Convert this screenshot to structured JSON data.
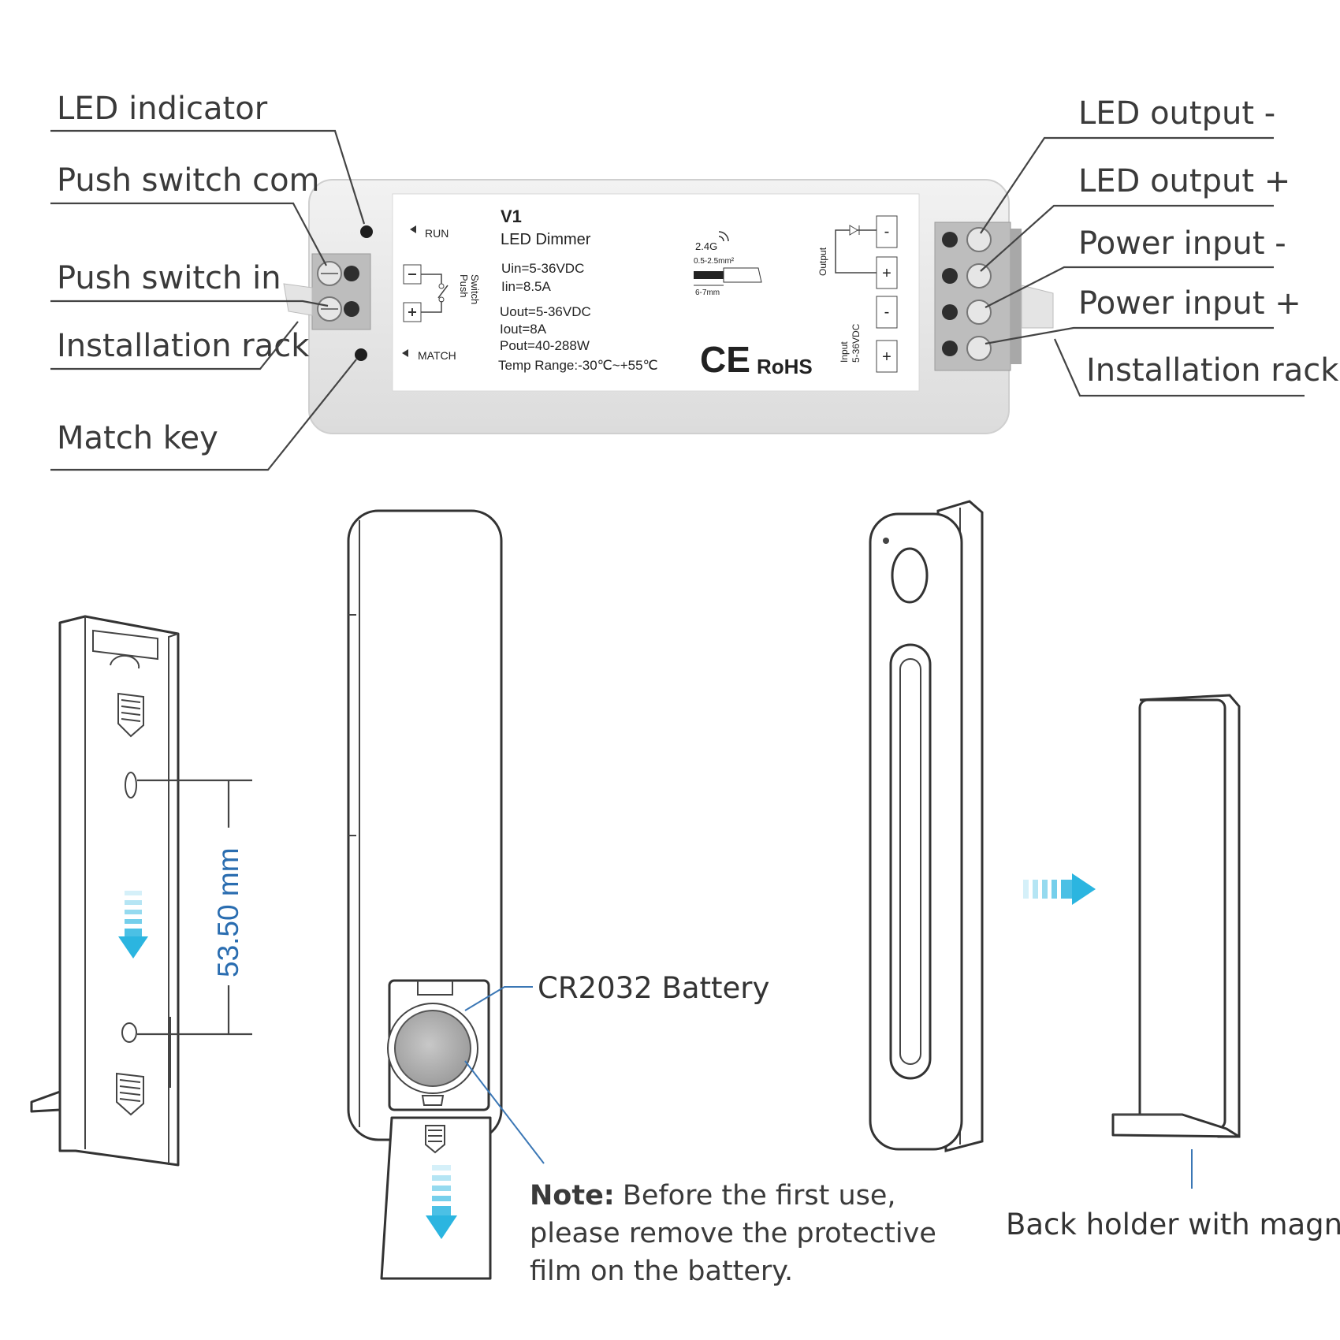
{
  "colors": {
    "accent_arrow": "#2bb5e0",
    "dimension_text": "#2a6db0",
    "leader_blue": "#3b77b5"
  },
  "callouts_left": {
    "led_indicator": "LED indicator",
    "push_switch_com": "Push switch com",
    "push_switch_in": "Push switch in",
    "installation_rack": "Installation rack",
    "match_key": "Match key"
  },
  "callouts_right": {
    "led_output_neg": "LED output -",
    "led_output_pos": "LED output +",
    "power_input_neg": "Power input -",
    "power_input_pos": "Power input +",
    "installation_rack": "Installation rack"
  },
  "label_plate": {
    "model": "V1",
    "product": "LED Dimmer",
    "uin": "Uin=5-36VDC",
    "iin": "Iin=8.5A",
    "uout": "Uout=5-36VDC",
    "iout": "Iout=8A",
    "pout": "Pout=40-288W",
    "temp": "Temp Range:-30℃~+55℃",
    "run": "RUN",
    "match": "MATCH",
    "push_switch_1": "Push",
    "push_switch_2": "Switch",
    "freq": "2.4G",
    "wire_gauge": "0.5-2.5mm²",
    "strip_len": "6-7mm",
    "output": "Output",
    "input_1": "Input",
    "input_2": "5-36VDC",
    "minus": "-",
    "plus": "+",
    "ce": "CE",
    "rohs": "RoHS"
  },
  "dimension": "53.50 mm",
  "battery_label": "CR2032 Battery",
  "note": {
    "bold": "Note:",
    "line1": "Before the first use,",
    "line2": "please remove the protective",
    "line3": "film on the battery."
  },
  "holder_label": "Back holder with magnet"
}
